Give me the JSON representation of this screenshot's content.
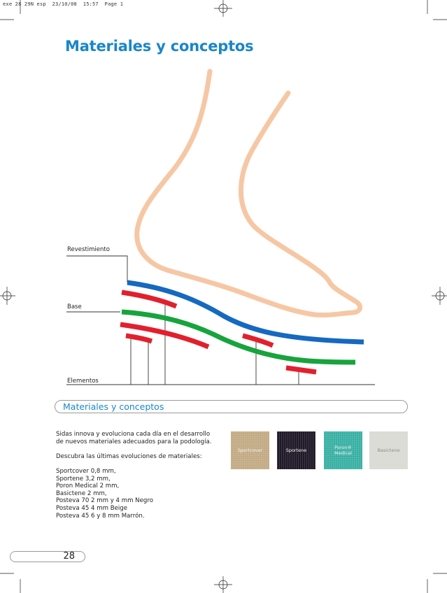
{
  "print_header": "exe 28 29N esp  23/10/08  15:57  Page 1",
  "page_title": "Materiales y conceptos",
  "diagram": {
    "labels": {
      "revestimiento": "Revestimiento",
      "base": "Base",
      "elementos": "Elementos"
    },
    "colors": {
      "foot_outline": "#f6c7a4",
      "revestimiento_line": "#1569c0",
      "base_line": "#18a43c",
      "elementos_bars": "#e2202d",
      "leader_lines": "#333333"
    }
  },
  "section": {
    "title": "Materiales y conceptos"
  },
  "body": {
    "intro_line1": "Sidas innova y evoluciona cada día en el desarrollo",
    "intro_line2": "de nuevos materiales adecuados para la podología.",
    "discover": "Descubra las últimas evoluciones de materiales:",
    "materials": [
      "Sportcover 0,8 mm,",
      "Sportene 3,2 mm,",
      "Poron Medical 2 mm,",
      "Basictene 2 mm,",
      "Posteva 70 2 mm y 4 mm Negro",
      "Posteva 45 4 mm Beige",
      "Posteva 45 6 y 8 mm Marrón."
    ]
  },
  "swatches": [
    {
      "label": "Sportcover",
      "color": "#c2a983"
    },
    {
      "label": "Sportene",
      "color": "#1f1a26"
    },
    {
      "label": "Poron® Medical",
      "color": "#35aea2"
    },
    {
      "label": "Basictene",
      "color": "#dcdcd7"
    }
  ],
  "page_number": "28"
}
